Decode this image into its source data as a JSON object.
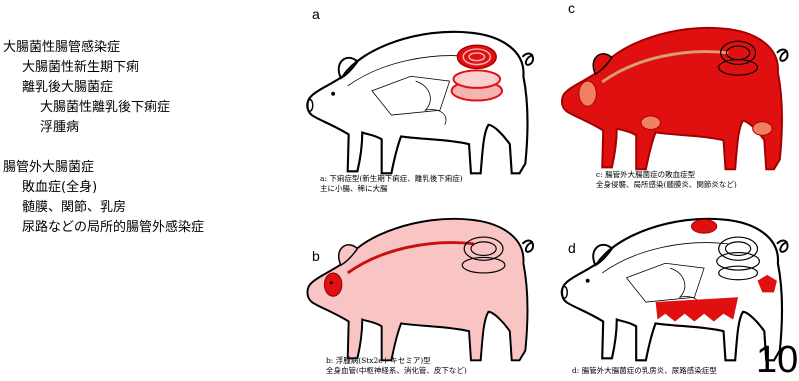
{
  "outline": [
    {
      "text": "大腸菌性腸管感染症",
      "level": 0
    },
    {
      "text": "大腸菌性新生期下痢",
      "level": 1
    },
    {
      "text": "離乳後大腸菌症",
      "level": 1
    },
    {
      "text": "大腸菌性離乳後下痢症",
      "level": 2
    },
    {
      "text": "浮腫病",
      "level": 2
    },
    {
      "text": "腸管外大腸菌症",
      "level": 0
    },
    {
      "text": "敗血症(全身)",
      "level": 1
    },
    {
      "text": "髄膜、関節、乳房",
      "level": 1
    },
    {
      "text": "尿路などの局所的腸管外感染症",
      "level": 1
    }
  ],
  "panels": {
    "a": {
      "letter": "a",
      "caption1": "a: 下痢症型(新生期下痢症、離乳後下痢症)",
      "caption2": "主に小腸、稀に大腸"
    },
    "b": {
      "letter": "b",
      "caption1": "b: 浮腫病(Stx2eトキセミア)型",
      "caption2": "全身血管(中枢神経系、消化管、皮下など)"
    },
    "c": {
      "letter": "c",
      "caption1": "c: 腸管外大腸菌症の敗血症型",
      "caption2": "全身侵襲、局所感染(髄膜炎、関節炎など)"
    },
    "d": {
      "letter": "d",
      "caption1": "d: 腸管外大腸菌症の乳房炎、尿路感染症型",
      "caption2": ""
    }
  },
  "page_number": "10",
  "colors": {
    "infection_red": "#e01010",
    "light_red": "#f4b4b4",
    "pale_red": "#fbd0d0",
    "outline_black": "#000000"
  }
}
